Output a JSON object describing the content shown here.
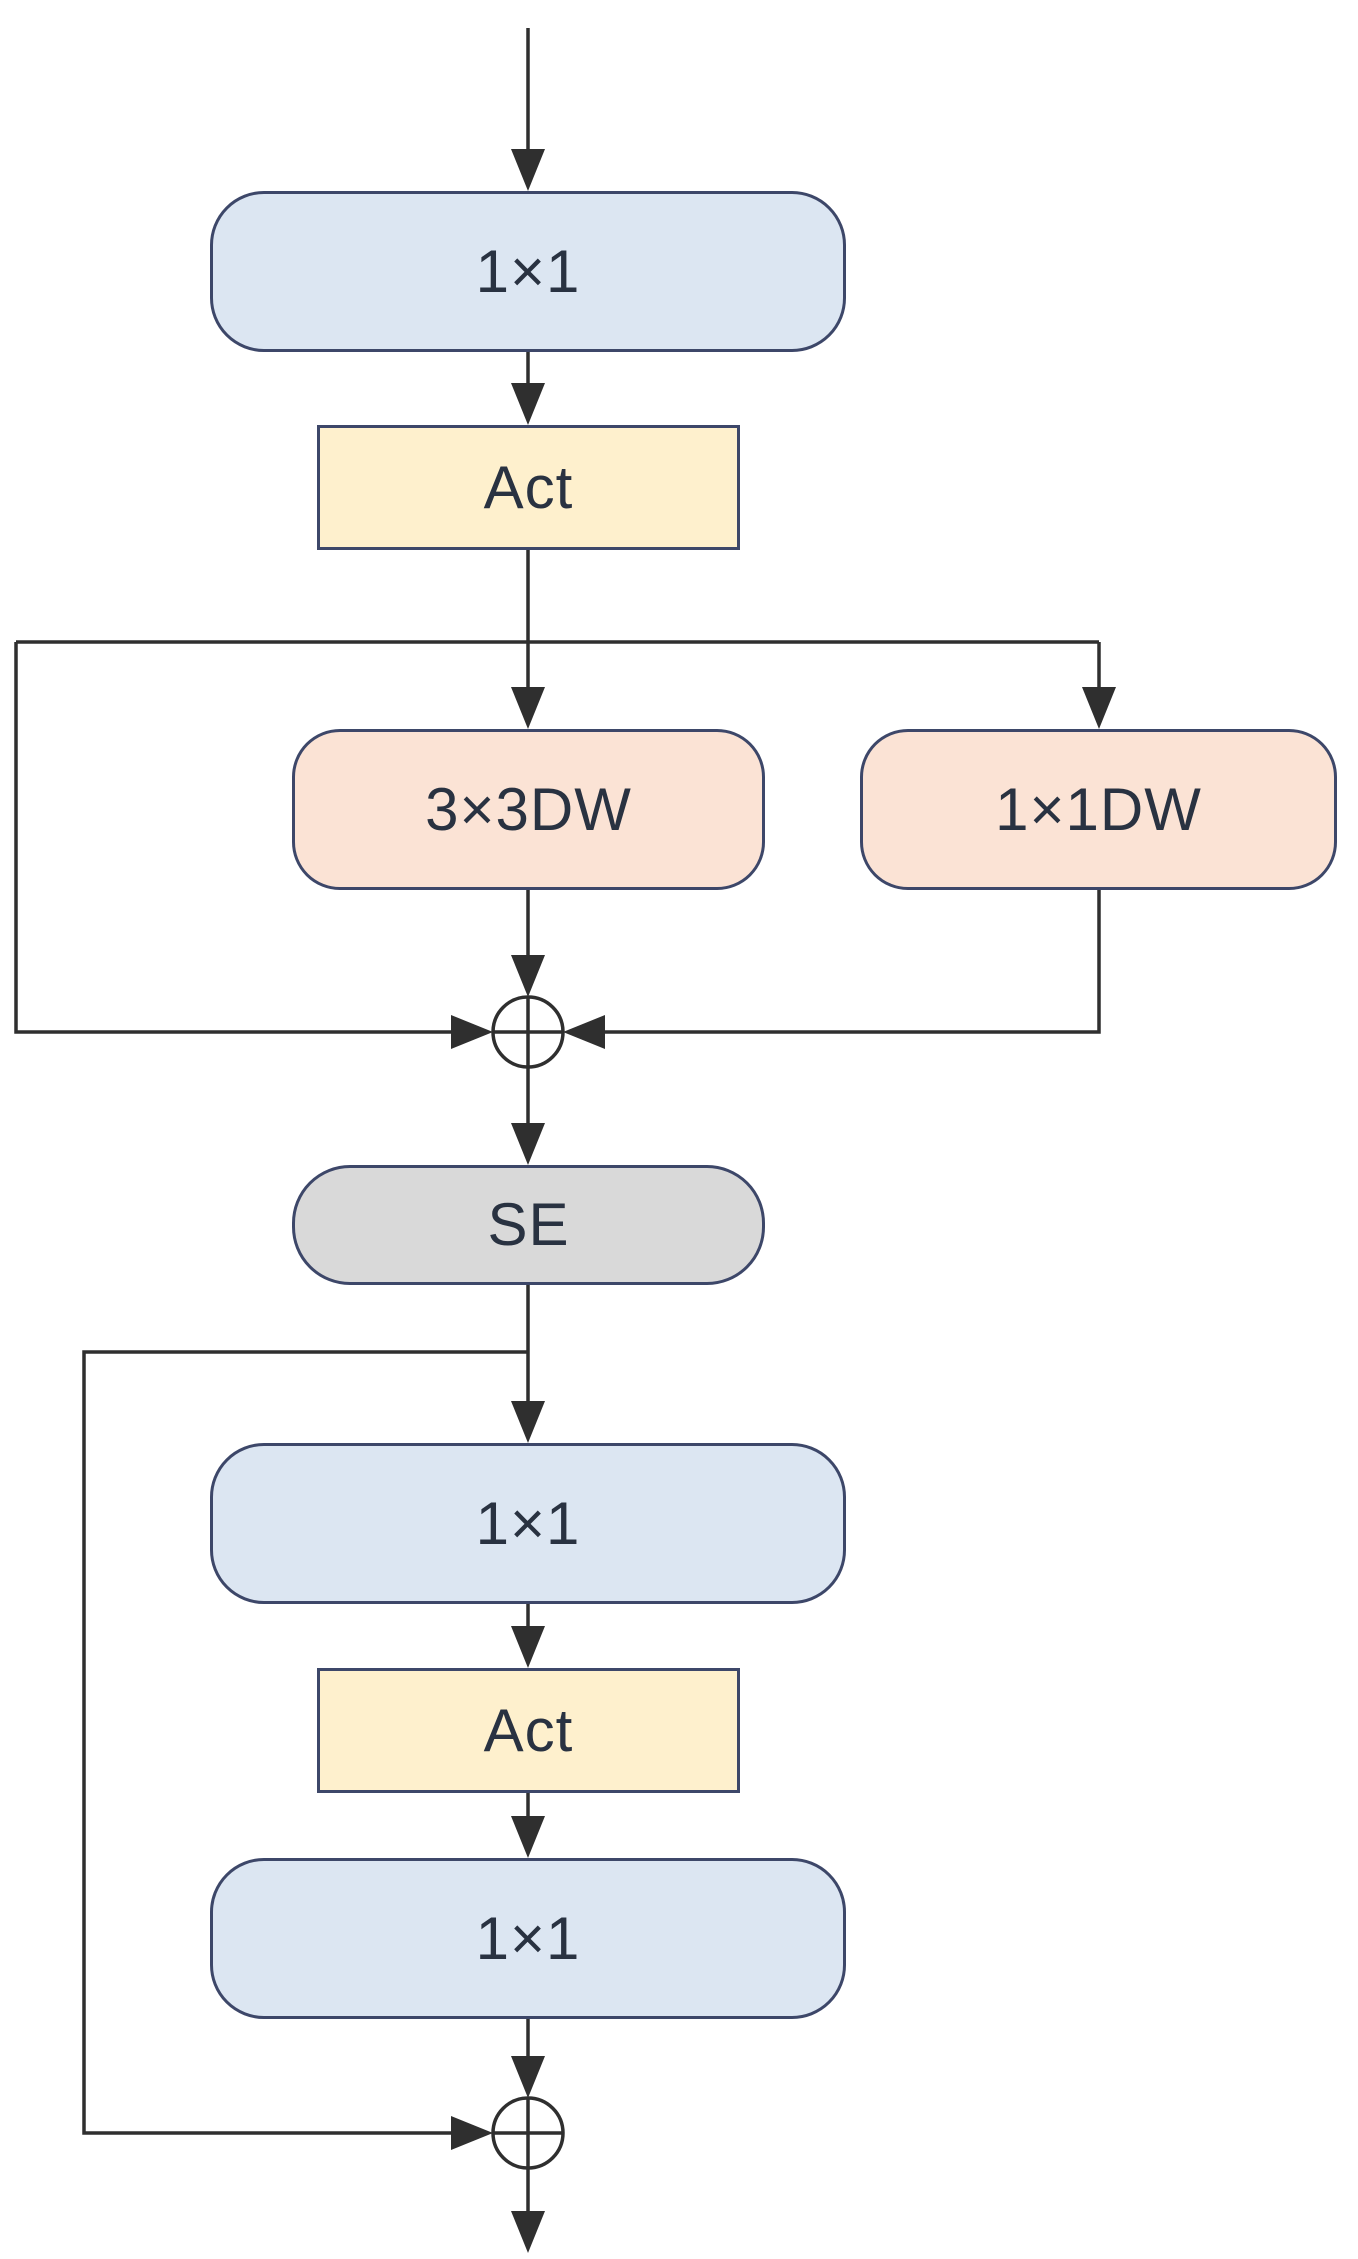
{
  "diagram": {
    "type": "flowchart-block-diagram",
    "nodes": {
      "conv_top": {
        "label": "1×1",
        "kind": "pointwise-conv"
      },
      "act_top": {
        "label": "Act",
        "kind": "activation"
      },
      "dw3x3": {
        "label": "3×3DW",
        "kind": "depthwise-conv"
      },
      "dw1x1": {
        "label": "1×1DW",
        "kind": "depthwise-conv"
      },
      "se": {
        "label": "SE",
        "kind": "squeeze-excite"
      },
      "conv_mid": {
        "label": "1×1",
        "kind": "pointwise-conv"
      },
      "act_bottom": {
        "label": "Act",
        "kind": "activation"
      },
      "conv_bottom": {
        "label": "1×1",
        "kind": "pointwise-conv"
      }
    },
    "junctions": {
      "add1": {
        "symbol": "⊕"
      },
      "add2": {
        "symbol": "⊕"
      }
    },
    "edges": [
      {
        "from": "input",
        "to": "conv_top"
      },
      {
        "from": "conv_top",
        "to": "act_top"
      },
      {
        "from": "act_top",
        "to": "dw3x3"
      },
      {
        "from": "act_top",
        "to": "dw1x1"
      },
      {
        "from": "act_top",
        "to": "add1"
      },
      {
        "from": "dw3x3",
        "to": "add1"
      },
      {
        "from": "dw1x1",
        "to": "add1"
      },
      {
        "from": "add1",
        "to": "se"
      },
      {
        "from": "se",
        "to": "conv_mid"
      },
      {
        "from": "se",
        "to": "add2"
      },
      {
        "from": "conv_mid",
        "to": "act_bottom"
      },
      {
        "from": "act_bottom",
        "to": "conv_bottom"
      },
      {
        "from": "conv_bottom",
        "to": "add2"
      },
      {
        "from": "add2",
        "to": "output"
      }
    ],
    "colors": {
      "conv_fill": "#dce6f2",
      "dw_fill": "#fbe3d5",
      "act_fill": "#fef0cd",
      "se_fill": "#d9d9d9",
      "node_border": "#3d4769",
      "line": "#2f2f2f",
      "text": "#293241",
      "background": "#ffffff"
    }
  }
}
